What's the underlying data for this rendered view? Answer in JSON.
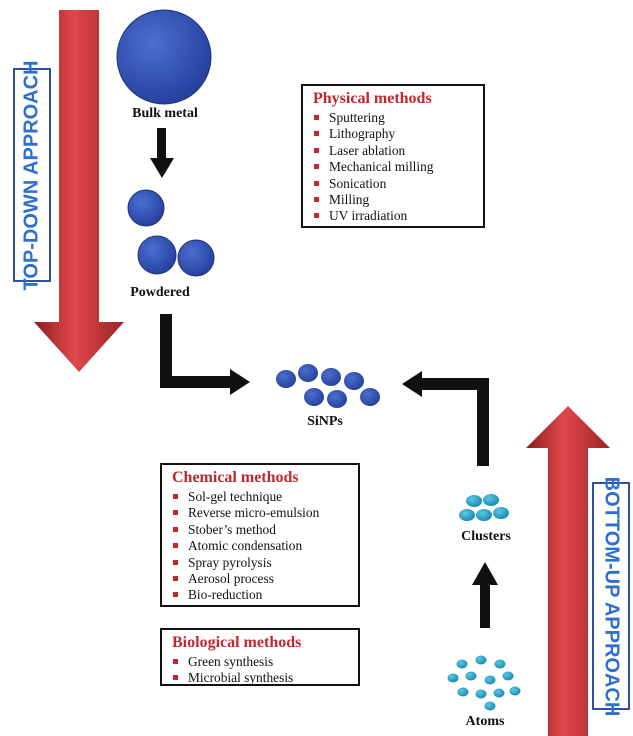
{
  "approaches": {
    "top_down": "TOP-DOWN APPROACH",
    "bottom_up": "BOTTOM-UP APPROACH"
  },
  "nodes": {
    "bulk_metal": "Bulk metal",
    "powdered": "Powdered",
    "sinps": "SiNPs",
    "clusters": "Clusters",
    "atoms": "Atoms"
  },
  "physical": {
    "title": "Physical methods",
    "items": [
      "Sputtering",
      "Lithography",
      "Laser ablation",
      "Mechanical milling",
      "Sonication",
      "Milling",
      "UV irradiation"
    ]
  },
  "chemical": {
    "title": "Chemical methods",
    "items": [
      "Sol-gel technique",
      "Reverse micro-emulsion",
      "Stober’s method",
      "Atomic condensation",
      "Spray pyrolysis",
      "Aerosol process",
      "Bio-reduction"
    ]
  },
  "biological": {
    "title": "Biological methods",
    "items": [
      "Green synthesis",
      "Microbial synthesis"
    ]
  },
  "colors": {
    "arrow_red": "#c9373b",
    "particle_blue": "#2f4fb0",
    "particle_cyan": "#23a3c9",
    "method_title_red": "#c0282d",
    "label_blue": "#2f6fd0"
  }
}
